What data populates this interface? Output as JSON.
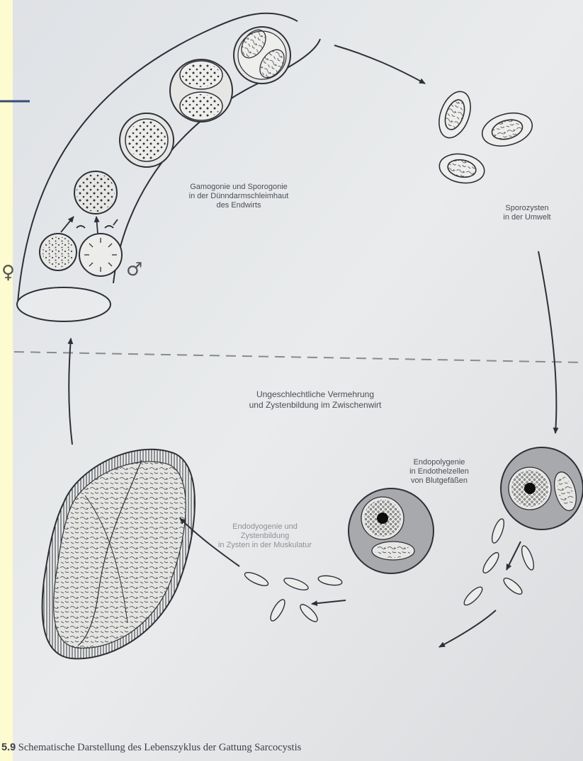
{
  "figure": {
    "labels": {
      "sexual_stage": [
        "Gamogonie und Sporogonie",
        "in der Dünndarmschleimhaut",
        "des Endwirts"
      ],
      "sporocysts": [
        "Sporozysten",
        "in der Umwelt"
      ],
      "asexual_stage": [
        "Ungeschlechtliche Vermehrung",
        "und Zystenbildung im Zwischenwirt"
      ],
      "endopolygeny": [
        "Endopolygenie",
        "in Endothelzellen",
        "von Blutgefäßen"
      ],
      "endodyogeny": [
        "Endodyogenie und",
        "Zystenbildung",
        "in Zysten in der Muskulatur"
      ]
    },
    "symbols": {
      "female": "♀",
      "male": "♂"
    },
    "caption": {
      "number": "5.9",
      "text": "Schematische Darstellung des Lebenszyklus der Gattung Sarcocystis"
    }
  },
  "colors": {
    "slide_background": "#fdfbd0",
    "paper": "#e6e8ea",
    "ink": "#2e3038",
    "cell_fill": "#a7a9ac",
    "accent_line": "#3a4a7a"
  }
}
